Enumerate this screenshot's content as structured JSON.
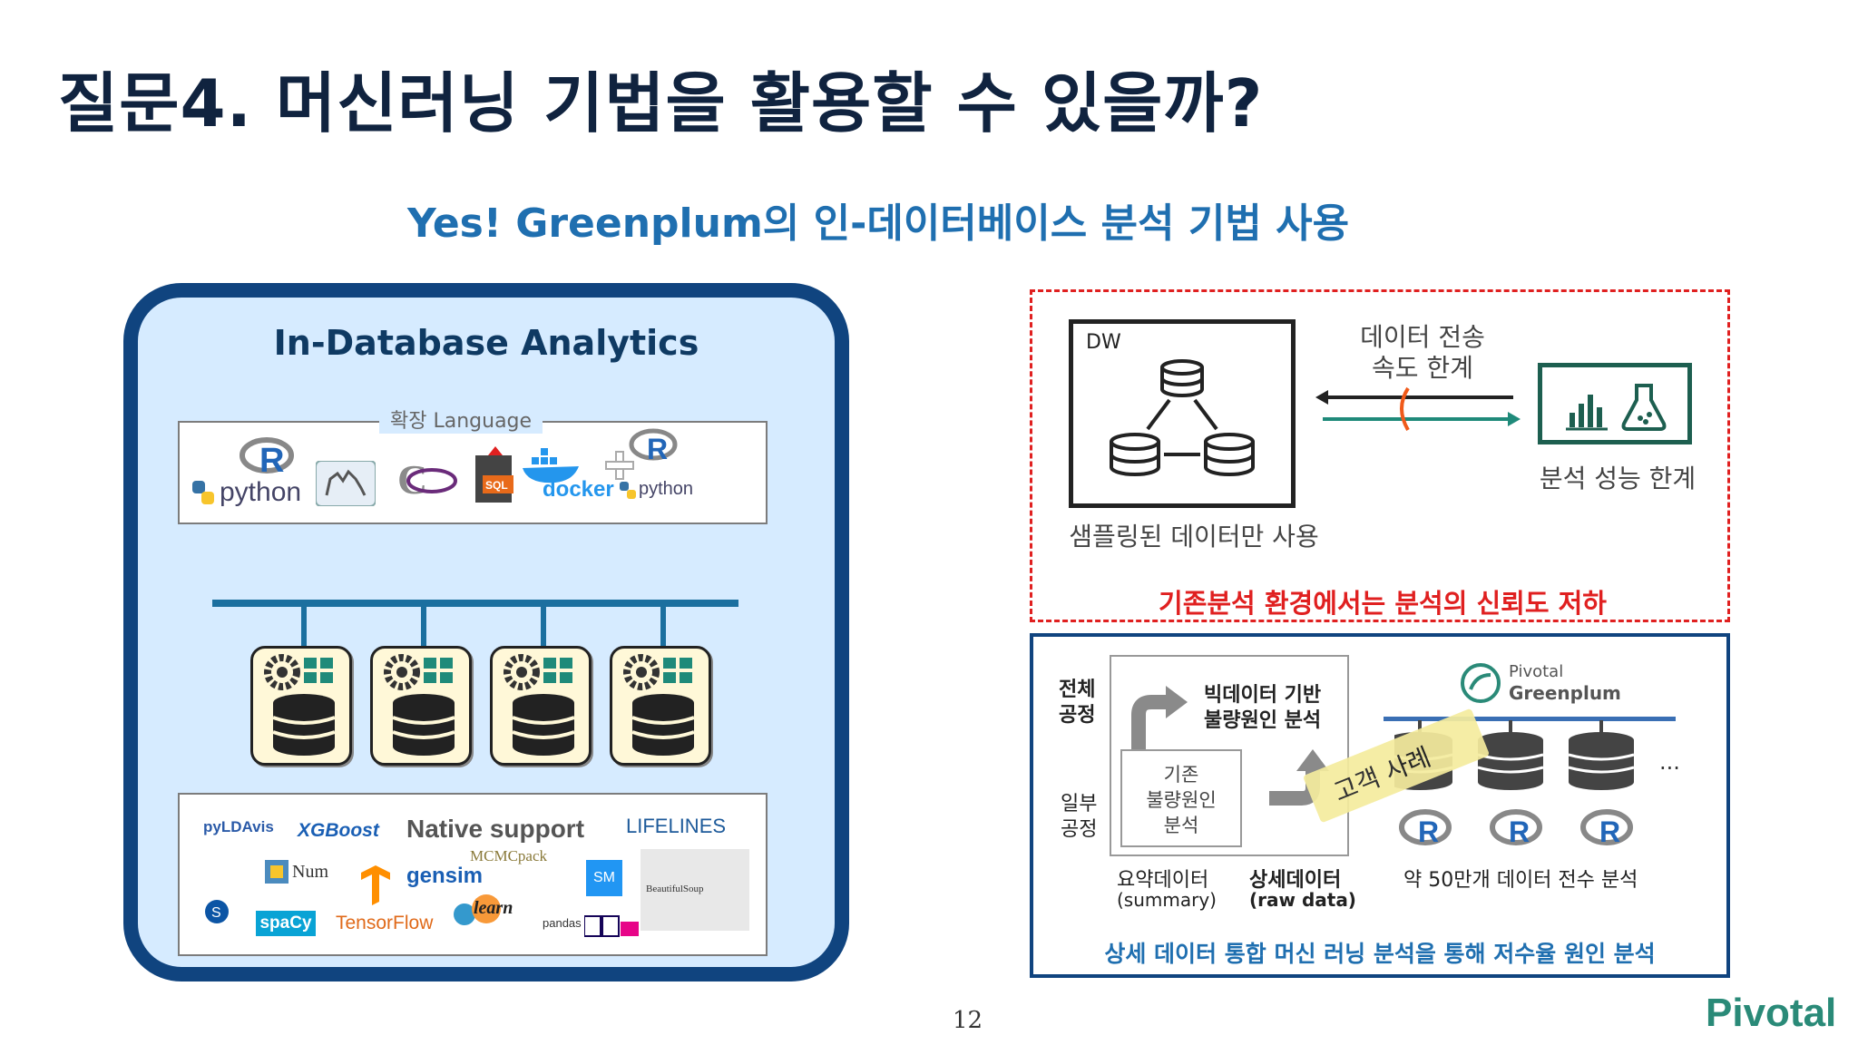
{
  "slide": {
    "title": "질문4. 머신러닝 기법을 활용할 수 있을까?",
    "subtitle": "Yes! Greenplum의 인-데이터베이스 분석 기법 사용",
    "page_number": "12",
    "brand": "Pivotal"
  },
  "left_panel": {
    "title": "In-Database Analytics",
    "lang_box_label": "확장 Language",
    "lang_logos": [
      "R",
      "python",
      "SQL",
      "docker",
      "python"
    ],
    "native_label": "Native support",
    "native_logos": [
      "pyLDAvis",
      "XGBoost",
      "LIFELINES",
      "MCMCpack",
      "Num",
      "gensim",
      "SM",
      "BeautifulSoup",
      "spaCy",
      "TensorFlow",
      "learn",
      "pandas"
    ]
  },
  "red_panel": {
    "dw_label": "DW",
    "transfer_line1": "데이터 전송",
    "transfer_line2": "속도 한계",
    "analysis_limit": "분석 성능 한계",
    "sampled": "샘플링된 데이터만 사용",
    "conclusion": "기존분석 환경에서는 분석의 신뢰도 저하",
    "accent_color": "#e02020"
  },
  "blue_panel": {
    "whole_process_line1": "전체",
    "whole_process_line2": "공정",
    "partial_process_line1": "일부",
    "partial_process_line2": "공정",
    "bigdata_line1": "빅데이터 기반",
    "bigdata_line2": "불량원인 분석",
    "legacy_line1": "기존",
    "legacy_line2": "불량원인",
    "legacy_line3": "분석",
    "summary_line1": "요약데이터",
    "summary_line2": "(summary)",
    "raw_line1": "상세데이터",
    "raw_line2": "(raw data)",
    "pivotal_line1": "Pivotal",
    "pivotal_line2": "Greenplum",
    "customer_case": "고객 사례",
    "ellipsis": "...",
    "full_analysis": "약 50만개 데이터 전수 분석",
    "conclusion": "상세 데이터 통합 머신 러닝 분석을 통해 저수율 원인 분석",
    "accent_color": "#1f6fb0"
  }
}
